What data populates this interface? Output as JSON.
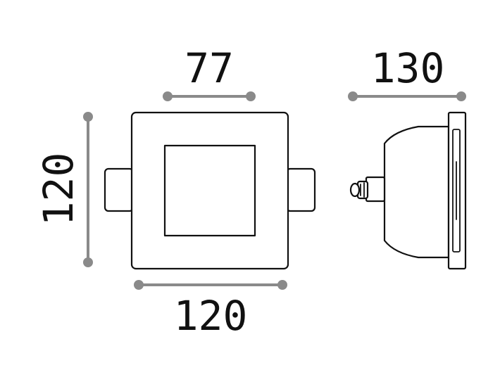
{
  "dimensions": {
    "front_inner_width": "77",
    "front_height": "120",
    "front_width": "120",
    "side_depth": "130"
  },
  "colors": {
    "outline": "#111111",
    "dimension_line": "#8a8a8a",
    "background": "#ffffff"
  }
}
